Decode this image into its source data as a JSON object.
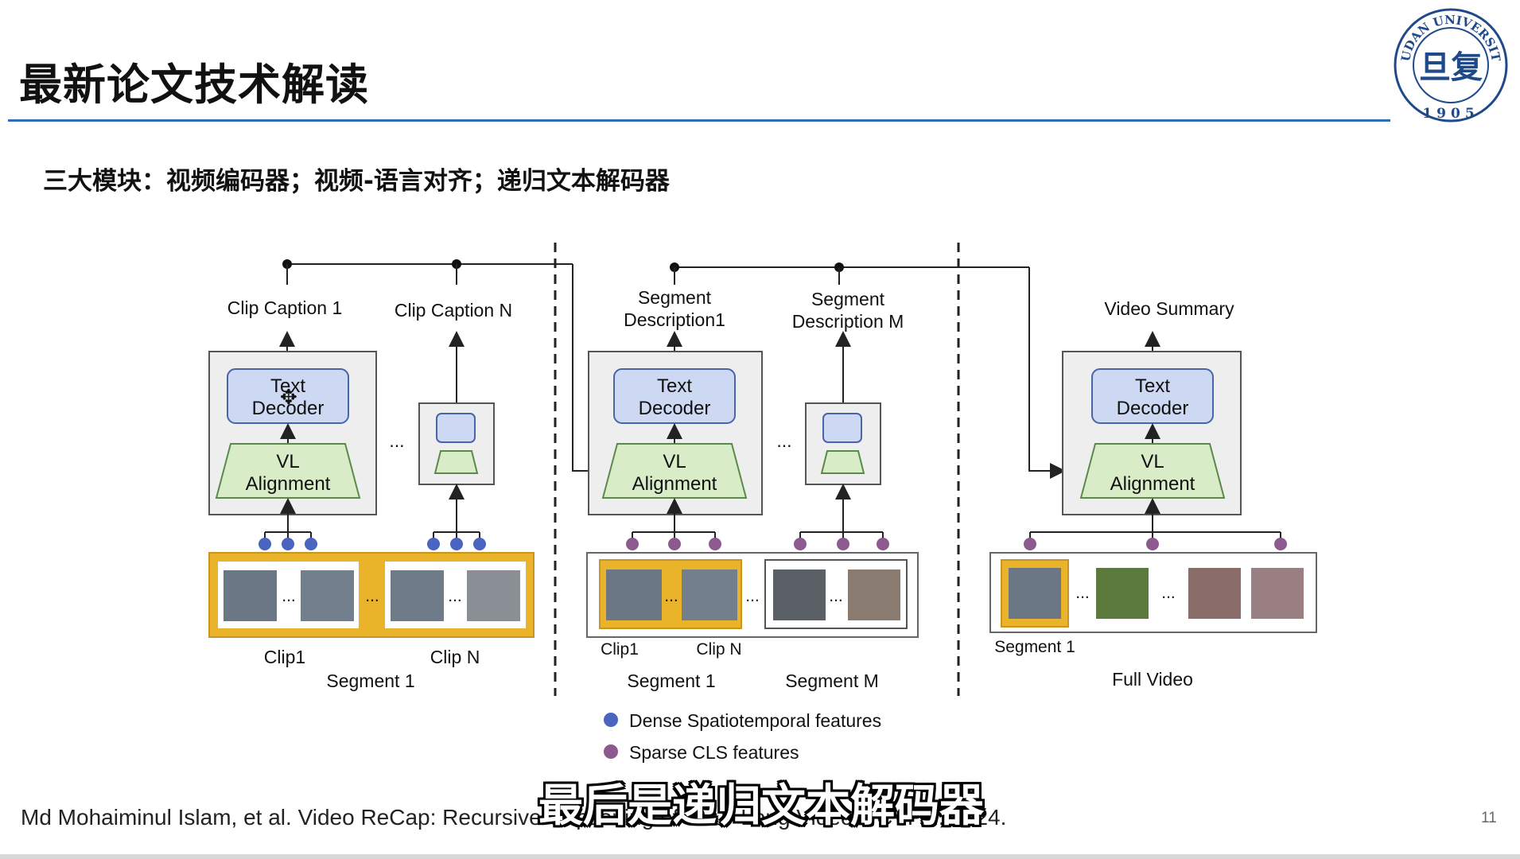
{
  "slide": {
    "title": "最新论文技术解读",
    "subtitle": "三大模块：视频编码器；视频-语言对齐；递归文本解码器",
    "page_number": "11",
    "citation": "Md Mohaiminul Islam, et al. Video ReCap: Recursive Captioning of Hour-Long Videos. CVPR, 2024.",
    "video_caption": "最后是递归文本解码器"
  },
  "logo": {
    "text_top": "FUDAN UNIVERSITY",
    "year": "1905",
    "glyph": "旦复"
  },
  "diagram": {
    "panel1": {
      "caption_1": "Clip Caption 1",
      "caption_n": "Clip Caption N",
      "decoder_line1": "Text",
      "decoder_line2": "Decoder",
      "align_line1": "VL",
      "align_line2": "Alignment",
      "clip1": "Clip1",
      "clipn": "Clip N",
      "segment": "Segment 1"
    },
    "panel2": {
      "desc_1_line1": "Segment",
      "desc_1_line2": "Description1",
      "desc_m_line1": "Segment",
      "desc_m_line2": "Description M",
      "decoder_line1": "Text",
      "decoder_line2": "Decoder",
      "align_line1": "VL",
      "align_line2": "Alignment",
      "clip1": "Clip1",
      "clipn": "Clip N",
      "segment_1": "Segment 1",
      "segment_m": "Segment M"
    },
    "panel3": {
      "summary": "Video Summary",
      "decoder_line1": "Text",
      "decoder_line2": "Decoder",
      "align_line1": "VL",
      "align_line2": "Alignment",
      "segment_1": "Segment 1",
      "full_video": "Full Video"
    },
    "ellipsis": "...",
    "legend": {
      "dense": "Dense Spatiotemporal features",
      "sparse": "Sparse CLS features"
    },
    "colors": {
      "dense_dot": "#4a64c0",
      "sparse_dot": "#8c5a8e",
      "decoder_fill": "#cdd8f2",
      "align_fill": "#d8ecc8",
      "module_bg": "#eeeeee",
      "clip_frame": "#eab42a"
    }
  }
}
